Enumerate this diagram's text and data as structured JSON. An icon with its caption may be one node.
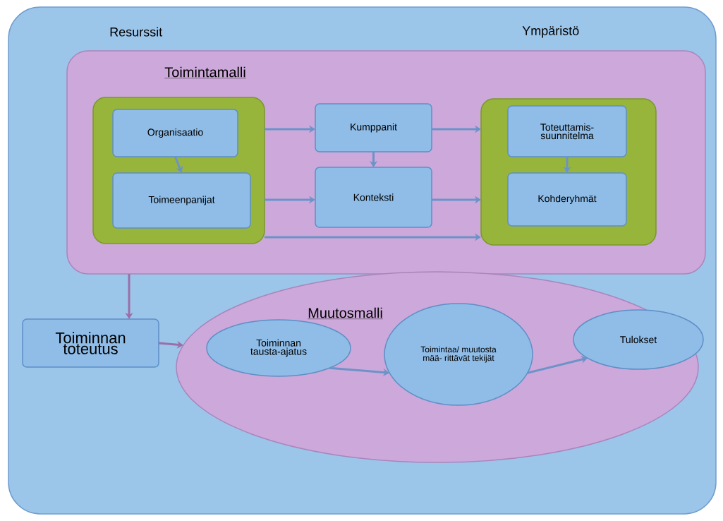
{
  "diagram": {
    "nodes": [
      {
        "text": [
          "Resurssit",
          "Ympäristö"
        ]
      },
      {
        "text": [
          "Toimintamalli"
        ],
        "in": 0
      },
      {
        "text": [],
        "shape": "box",
        "in": 1
      },
      {
        "text": [
          "Organisaatio"
        ],
        "in": 2
      },
      {
        "text": [
          "Toimeenpanijat"
        ],
        "in": 2
      },
      {
        "text": [
          "Kumppanit"
        ],
        "in": 1
      },
      {
        "text": [
          "Konteksti"
        ],
        "in": 1
      },
      {
        "text": [],
        "shape": "box",
        "in": 1
      },
      {
        "text": [
          "Toteuttamis- suunnitelma"
        ],
        "in": 7
      },
      {
        "text": [
          "Kohderyhmät"
        ],
        "in": 7
      },
      {
        "text": [
          "Toiminnan toteutus"
        ],
        "in": 0
      },
      {
        "text": [
          "Muutosmalli"
        ],
        "in": 0
      },
      {
        "text": [
          "Toiminnan tausta-ajatus"
        ],
        "in": 11
      },
      {
        "text": [
          "Toimintaa/ muutosta mää- rittävät tekijät"
        ],
        "in": 11
      },
      {
        "text": [
          "Tulokset"
        ],
        "in": 11
      }
    ],
    "edges": [
      {
        "from": 3,
        "to": 4,
        "arrow": "to"
      },
      {
        "from": 2,
        "to": 5,
        "arrow": "to"
      },
      {
        "from": 2,
        "to": 6,
        "arrow": "to"
      },
      {
        "from": 5,
        "to": 6,
        "arrow": "to"
      },
      {
        "from": 5,
        "to": 7,
        "arrow": "to"
      },
      {
        "from": 6,
        "to": 7,
        "arrow": "to"
      },
      {
        "from": 2,
        "to": 7,
        "arrow": "to"
      },
      {
        "from": 8,
        "to": 9,
        "arrow": "to"
      },
      {
        "from": 1,
        "to": 10,
        "arrow": "to",
        "color": "#9a6fa8"
      },
      {
        "from": 10,
        "to": 11,
        "arrow": "to",
        "color": "#9a6fa8"
      },
      {
        "from": 12,
        "to": 13,
        "arrow": "to"
      },
      {
        "from": 13,
        "to": 14,
        "arrow": "to"
      }
    ]
  }
}
